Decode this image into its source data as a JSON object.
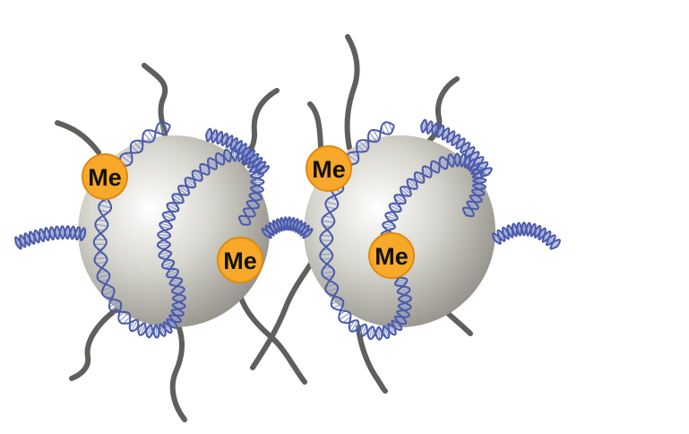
{
  "figure": {
    "marks": [
      {
        "label": "Me"
      },
      {
        "label": "Me"
      },
      {
        "label": "Me"
      },
      {
        "label": "Me"
      }
    ]
  },
  "colors": {
    "background": "#ffffff",
    "histone_highlight": "#ffffff",
    "histone_mid": "#d8d7d0",
    "histone_shadow": "#8f8d85",
    "dna_strand": "#4a5aa8",
    "dna_rung": "#8f9ad0",
    "histone_tail": "#5f5f5b",
    "methyl_fill": "#f8a92a",
    "methyl_stroke": "#e08a10",
    "methyl_text": "#111111"
  }
}
